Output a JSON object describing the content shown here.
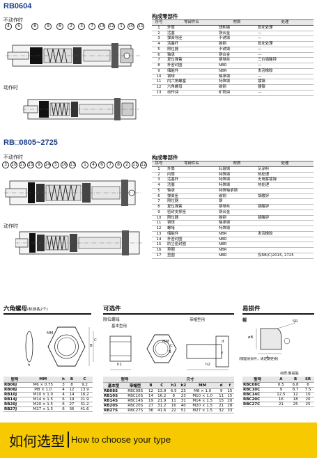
{
  "top": {
    "model": "RB0604",
    "state_free": "不动作时",
    "state_active": "动作时",
    "bubbles": [
      "4",
      "5",
      "8",
      "9",
      "6",
      "2",
      "3",
      "7",
      "13",
      "12",
      "1",
      "10",
      "11"
    ],
    "table_title": "构成零部件",
    "headers": [
      "序号",
      "零部件名",
      "材质",
      "处理"
    ],
    "rows": [
      [
        "1",
        "外筒",
        "快削钢",
        "氮化处理"
      ],
      [
        "2",
        "活塞",
        "铜合金",
        "—"
      ],
      [
        "3",
        "弹簧导座",
        "不锈钢",
        "—"
      ],
      [
        "4",
        "活塞杆",
        "碳钢",
        "氮化处理"
      ],
      [
        "5",
        "限位器",
        "不锈钢",
        "—"
      ],
      [
        "6",
        "轴承",
        "铜合金",
        "—"
      ],
      [
        "7",
        "复位弹簧",
        "钢琴丝",
        "三价铬酸锌"
      ],
      [
        "8",
        "杆密封圈",
        "NBR",
        "—"
      ],
      [
        "9",
        "储能件",
        "NBR",
        "发泡橡胶"
      ],
      [
        "10",
        "钢球",
        "轴承钢",
        "—"
      ],
      [
        "11",
        "内六角螺塞",
        "特殊钢",
        "镀镍"
      ],
      [
        "12",
        "六角螺母",
        "碳钢",
        "镀镍"
      ],
      [
        "13",
        "动作油",
        "矿物油",
        "—"
      ]
    ]
  },
  "mid": {
    "model": "RB□0805~2725",
    "state_free": "不动作时",
    "state_active": "动作时",
    "bubbles": [
      "3",
      "10",
      "17",
      "15",
      "9",
      "14",
      "5",
      "16",
      "13",
      "1",
      "4",
      "6",
      "7",
      "8",
      "2",
      "11",
      "12"
    ],
    "table_title": "构成零部件",
    "headers": [
      "序号",
      "零部件名",
      "材质",
      "处理"
    ],
    "rows": [
      [
        "1",
        "外筒",
        "轧辊钢",
        "灰涂料"
      ],
      [
        "2",
        "内筒",
        "特殊钢",
        "热处理"
      ],
      [
        "3",
        "活塞杆",
        "特殊钢",
        "无电解镀镍"
      ],
      [
        "4",
        "活塞",
        "特殊钢",
        "热处理"
      ],
      [
        "5",
        "轴承",
        "特殊轴承钢",
        ""
      ],
      [
        "6",
        "弹簧座",
        "碳钢",
        "铬酸锌"
      ],
      [
        "7",
        "限位器",
        "钢",
        ""
      ],
      [
        "8",
        "复位弹簧",
        "钢琴丝",
        "铬酸锌"
      ],
      [
        "9",
        "密封支撑座",
        "铜合金",
        ""
      ],
      [
        "10",
        "限位器",
        "碳钢",
        "铬酸锌"
      ],
      [
        "11",
        "钢球",
        "轴承钢",
        ""
      ],
      [
        "12",
        "螺堵",
        "特殊钢",
        ""
      ],
      [
        "13",
        "储能件",
        "NBR",
        "发泡橡胶"
      ],
      [
        "14",
        "杆密封圈",
        "NBR",
        ""
      ],
      [
        "15",
        "防尘密封圈",
        "NBR",
        ""
      ],
      [
        "16",
        "垫圈",
        "NBR",
        ""
      ],
      [
        "17",
        "垫圈",
        "NBR",
        "仅RB(C)2015, 2725"
      ]
    ]
  },
  "nut": {
    "title": "六角螺母",
    "subtitle": "(标准各2个)",
    "dim_mm": "MM",
    "dim_b": "B",
    "dim_c": "C",
    "dim_h": "h",
    "headers": [
      "型号",
      "MM",
      "h",
      "B",
      "C"
    ],
    "rows": [
      [
        "RB06J",
        "M6 × 0.75",
        "3",
        "8",
        "9.2"
      ],
      [
        "RB08J",
        "M8 × 1.0",
        "4",
        "12",
        "13.9"
      ],
      [
        "RB10J",
        "M10 × 1.0",
        "4",
        "14",
        "16.2"
      ],
      [
        "RB14J",
        "M14 × 1.5",
        "6",
        "19",
        "21.9"
      ],
      [
        "RB20J",
        "M20 × 1.5",
        "6",
        "27",
        "31.2"
      ],
      [
        "RB27J",
        "M27 × 1.5",
        "6",
        "36",
        "41.6"
      ]
    ]
  },
  "optional": {
    "title": "可选件",
    "subtitle": "限位螺母",
    "basic": "基本型用",
    "capped": "带帽型用",
    "dim_d": "d",
    "dim_f": "f",
    "dim_h1": "h1",
    "dim_h2": "h2",
    "dim_mm": "MM",
    "dim_b": "B",
    "dim_c": "C",
    "header_top": [
      "型号",
      "",
      "尺寸"
    ],
    "headers": [
      "基本型",
      "带帽型",
      "B",
      "C",
      "h1",
      "h2",
      "MM",
      "d",
      "f"
    ],
    "rows": [
      [
        "RB08S",
        "RBC08S",
        "12",
        "13.9",
        "6.5",
        "23",
        "M8 × 1.0",
        "9",
        "15"
      ],
      [
        "RB10S",
        "RBC10S",
        "14",
        "16.2",
        "8",
        "23",
        "M10 × 1.0",
        "11",
        "15"
      ],
      [
        "RB14S",
        "RBC14S",
        "19",
        "21.9",
        "11",
        "31",
        "M14 × 1.5",
        "15",
        "20"
      ],
      [
        "RB20S",
        "RBC20S",
        "27",
        "31.2",
        "16",
        "40",
        "M20 × 1.5",
        "21",
        "28"
      ],
      [
        "RB27S",
        "RBC27S",
        "36",
        "41.6",
        "22",
        "51",
        "M27 × 1.5",
        "32",
        "33"
      ]
    ]
  },
  "wear": {
    "title": "易损件",
    "subtitle": "帽",
    "note": "(帽是易损件，请定期更换)",
    "dim_a": "A",
    "dim_b": "øB",
    "dim_sr": "SR",
    "material": "材质:聚氨酯",
    "headers": [
      "型号",
      "A",
      "B",
      "SR"
    ],
    "rows": [
      [
        "RBC08C",
        "6.5",
        "6.8",
        "6"
      ],
      [
        "RBC10C",
        "9",
        "8.7",
        "7.5"
      ],
      [
        "RBC14C",
        "12.5",
        "12",
        "10"
      ],
      [
        "RBC20C",
        "16",
        "18",
        "20"
      ],
      [
        "RBC27C",
        "21",
        "25",
        "25"
      ]
    ]
  },
  "footer": {
    "cn": "如何选型",
    "en": "How to choose your type"
  }
}
